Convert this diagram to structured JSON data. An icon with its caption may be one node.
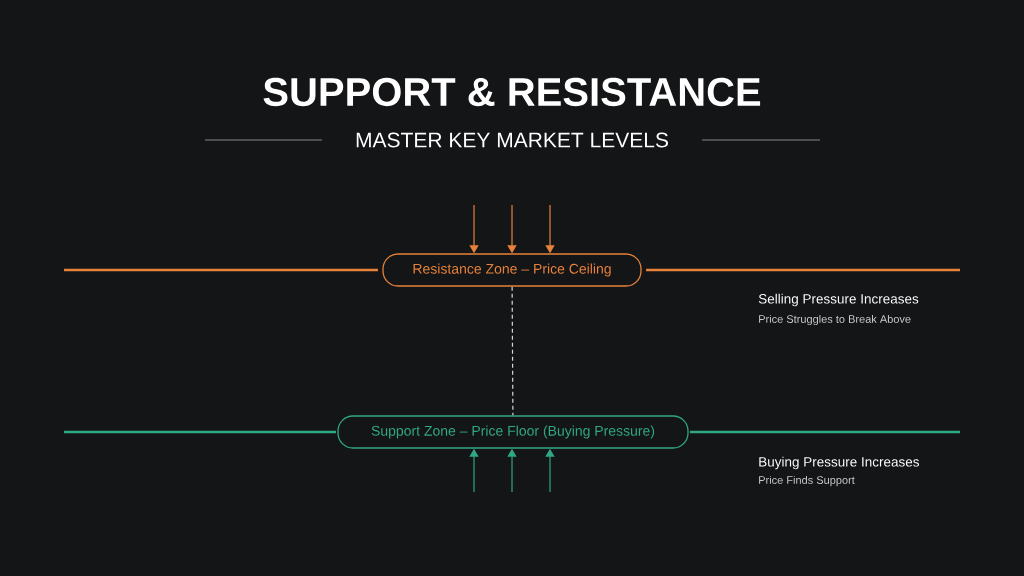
{
  "diagram": {
    "title": "SUPPORT & RESISTANCE",
    "nodes": [
      {
        "text": [
          "Resistance Zone – Price Ceiling"
        ]
      },
      {
        "text": [
          "Support Zone – Price Floor (Buying Pressure)"
        ]
      }
    ],
    "edges": [
      {
        "from": 0,
        "to": 1,
        "arrow": "none",
        "style": "dashed",
        "color": "#d8d8d8"
      },
      {
        "from": null,
        "to": 0,
        "arrow": "to",
        "color": "#e8823a"
      },
      {
        "from": null,
        "to": 0,
        "arrow": "to",
        "color": "#e8823a"
      },
      {
        "from": null,
        "to": 0,
        "arrow": "to",
        "color": "#e8823a"
      },
      {
        "from": null,
        "to": 1,
        "arrow": "to",
        "color": "#2fa884"
      },
      {
        "from": null,
        "to": 1,
        "arrow": "to",
        "color": "#2fa884"
      },
      {
        "from": null,
        "to": 1,
        "arrow": "to",
        "color": "#2fa884"
      }
    ],
    "labels": [
      "MASTER KEY MARKET LEVELS",
      "Selling Pressure Increases",
      "Price Struggles to Break Above",
      "Buying Pressure Increases",
      "Price Finds Support"
    ]
  }
}
